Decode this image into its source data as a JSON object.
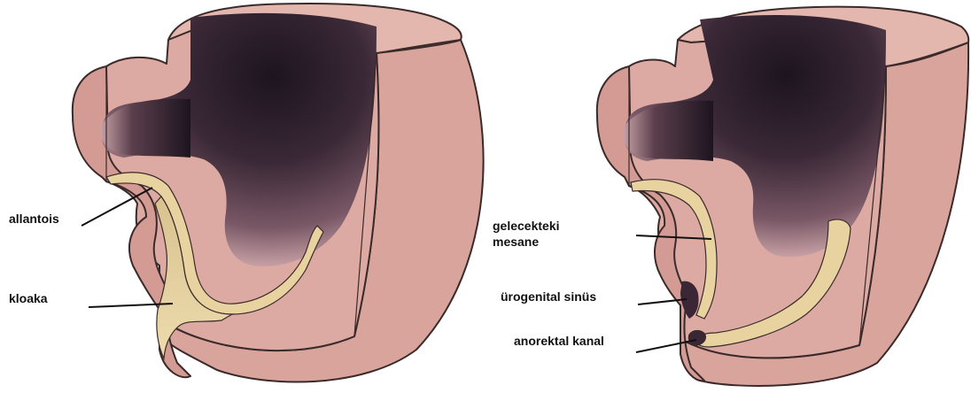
{
  "colors": {
    "tissue": "#d9a49c",
    "tissue_light": "#e3b6ae",
    "tissue_edge": "#c48f87",
    "cavity_dark": "#1d1420",
    "cavity_mid": "#6b4a58",
    "endoderm": "#e8d2a0",
    "outline": "#3a2a2a",
    "background": "#ffffff"
  },
  "left_panel": {
    "labels": {
      "allantois": "allantois",
      "kloaka": "kloaka"
    }
  },
  "right_panel": {
    "labels": {
      "future_bladder_line1": "gelecekteki",
      "future_bladder_line2": "mesane",
      "urogenital_sinus": "ürogenital sinüs",
      "anorectal_canal": "anorektal kanal"
    }
  }
}
